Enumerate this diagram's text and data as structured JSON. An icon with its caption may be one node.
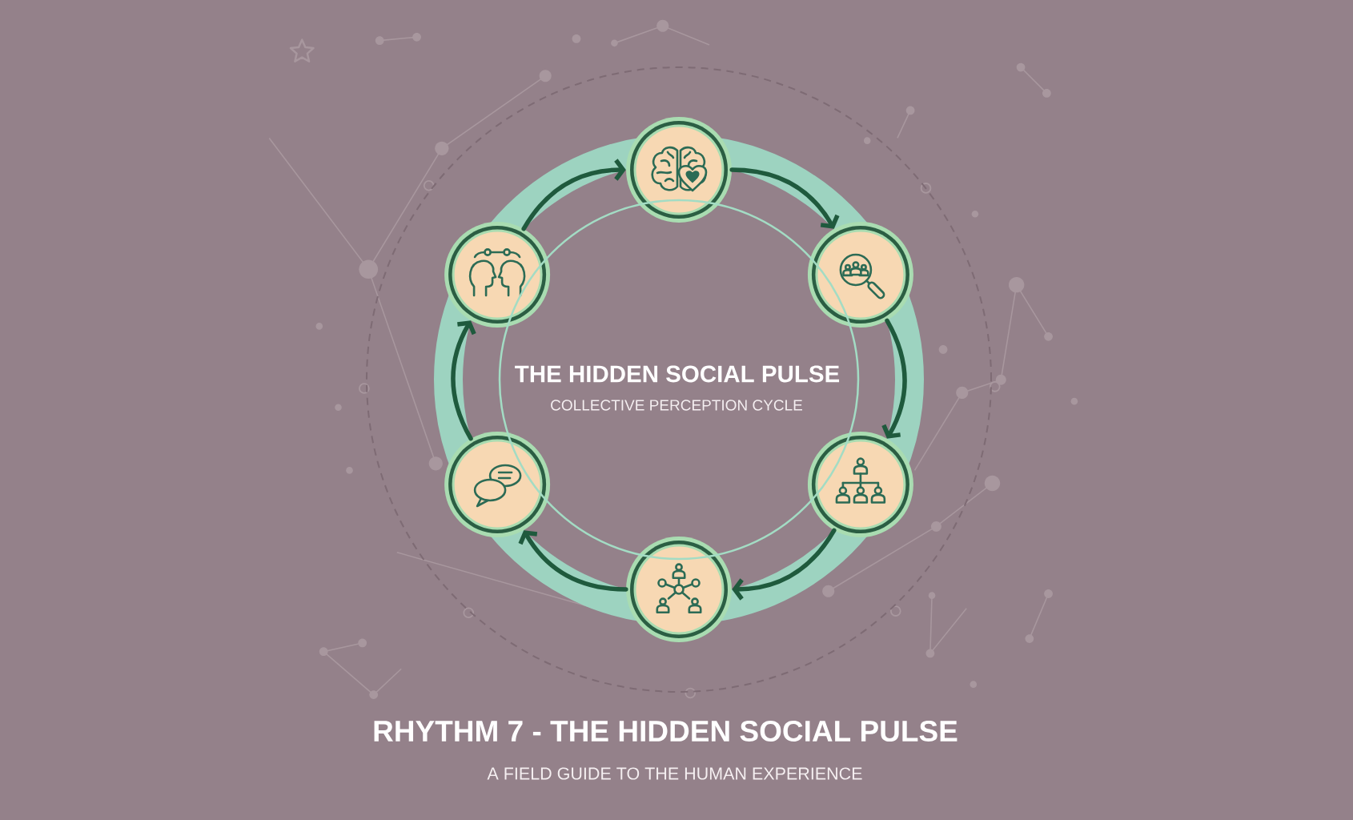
{
  "diagram": {
    "title": "RHYTHM 7 - THE HIDDEN SOCIAL PULSE",
    "nodes": [
      {
        "text": [],
        "shape": "circle"
      },
      {
        "text": [],
        "shape": "circle"
      },
      {
        "text": [],
        "shape": "circle"
      },
      {
        "text": [],
        "shape": "circle"
      },
      {
        "text": [],
        "shape": "circle"
      },
      {
        "text": [],
        "shape": "circle"
      },
      {
        "text": [
          "THE HIDDEN SOCIAL PULSE",
          "COLLECTIVE PERCEPTION CYCLE"
        ]
      }
    ],
    "edges": [
      {
        "from": 0,
        "to": 1,
        "arrow": "to"
      },
      {
        "from": 1,
        "to": 2,
        "arrow": "to"
      },
      {
        "from": 2,
        "to": 3,
        "arrow": "to"
      },
      {
        "from": 3,
        "to": 4,
        "arrow": "to"
      },
      {
        "from": 4,
        "to": 5,
        "arrow": "to"
      },
      {
        "from": 5,
        "to": 0,
        "arrow": "to"
      }
    ],
    "labels": [
      "A FIELD GUIDE TO THE HUMAN EXPERIENCE"
    ]
  }
}
